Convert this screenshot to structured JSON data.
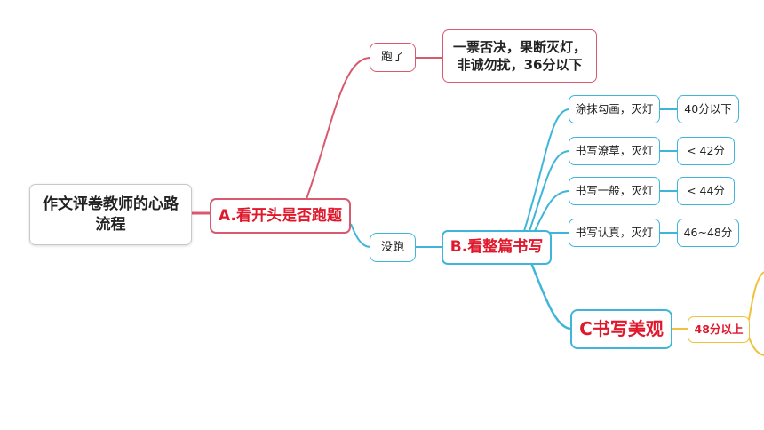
{
  "colors": {
    "red_branch": "#d95a6e",
    "blue_branch": "#3fb6d9",
    "gold_branch": "#f0c13a",
    "accent_text": "#e0182c"
  },
  "root": {
    "label": "作文评卷教师的心路流程"
  },
  "step_a": {
    "label": "A.看开头是否跑题",
    "ran_off": {
      "label": "跑了",
      "result": "一票否决，果断灭灯，非诚勿扰，36分以下"
    },
    "not_off": {
      "label": "没跑"
    }
  },
  "step_b": {
    "label": "B.看整篇书写",
    "items": [
      {
        "label": "涂抹勾画，灭灯",
        "score": "40分以下"
      },
      {
        "label": "书写潦草，灭灯",
        "score": "< 42分"
      },
      {
        "label": "书写一般，灭灯",
        "score": "< 44分"
      },
      {
        "label": "书写认真，灭灯",
        "score": "46~48分"
      }
    ]
  },
  "step_c": {
    "label": "C书写美观",
    "score": "48分以上"
  }
}
